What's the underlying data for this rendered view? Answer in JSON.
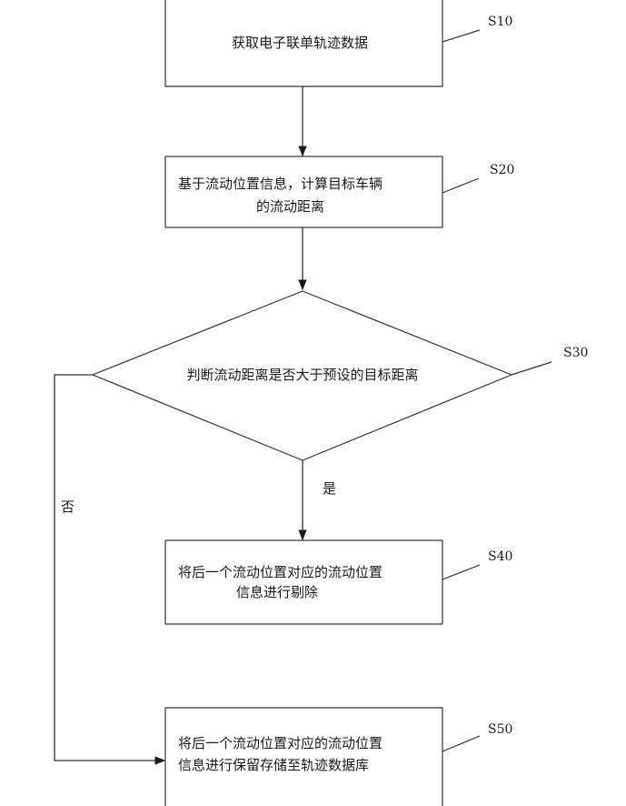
{
  "steps": {
    "s10": {
      "id": "S10",
      "lines": [
        "获取电子联单轨迹数据"
      ]
    },
    "s20": {
      "id": "S20",
      "lines": [
        "基于流动位置信息，计算目标车辆",
        "的流动距离"
      ]
    },
    "s30": {
      "id": "S30",
      "lines": [
        "判断流动距离是否大于预设的目标距离"
      ]
    },
    "s40": {
      "id": "S40",
      "lines": [
        "将后一个流动位置对应的流动位置",
        "信息进行剔除"
      ]
    },
    "s50": {
      "id": "S50",
      "lines": [
        "将后一个流动位置对应的流动位置",
        "信息进行保留存储至轨迹数据库"
      ]
    }
  },
  "branches": {
    "yes": "是",
    "no": "否"
  }
}
